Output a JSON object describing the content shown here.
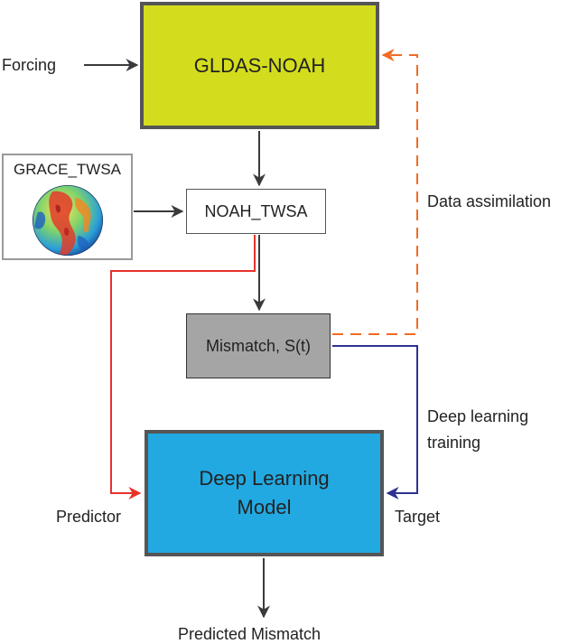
{
  "colors": {
    "gldas_fill": "#d3dd1e",
    "mismatch_fill": "#a5a5a5",
    "dl_fill": "#22a9e1",
    "arrow_black": "#3a3a3a",
    "arrow_orange": "#f26b22",
    "arrow_red": "#e8332a",
    "arrow_blue": "#2e3192"
  },
  "nodes": {
    "gldas": {
      "label": "GLDAS-NOAH"
    },
    "noah": {
      "label": "NOAH_TWSA"
    },
    "grace": {
      "label": "GRACE_TWSA",
      "image": "earth-globe-anomaly-map"
    },
    "mismatch": {
      "label": "Mismatch, S(t)"
    },
    "dl": {
      "line1": "Deep Learning",
      "line2": "Model"
    }
  },
  "labels": {
    "forcing": "Forcing",
    "data_assimilation": "Data assimilation",
    "dl_training_line1": "Deep learning",
    "dl_training_line2": "training",
    "predictor": "Predictor",
    "target": "Target",
    "predicted_mismatch": "Predicted Mismatch"
  }
}
